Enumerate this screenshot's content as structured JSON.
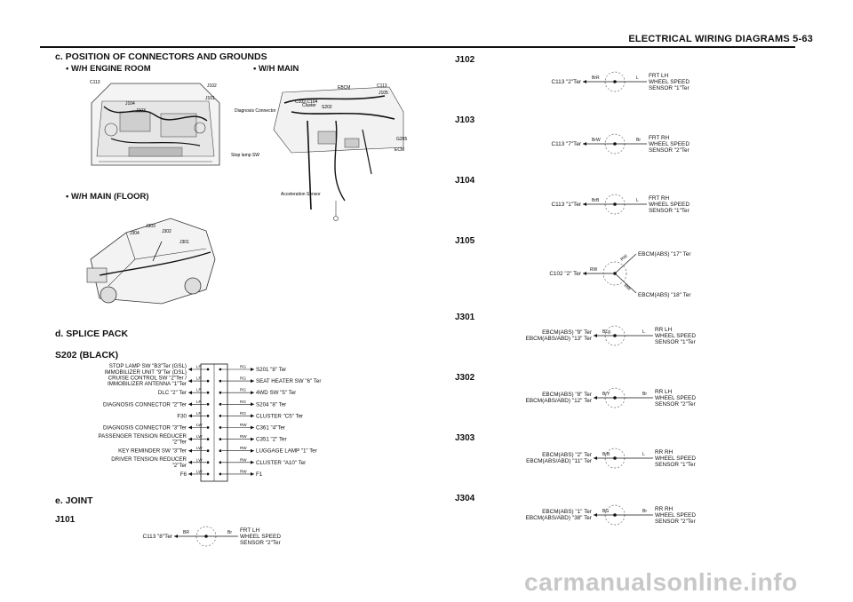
{
  "header": {
    "title": "ELECTRICAL WIRING DIAGRAMS  5-63"
  },
  "section_c": {
    "title": "c. POSITION OF CONNECTORS AND GROUNDS",
    "engine_room": {
      "label": "W/H  ENGINE  ROOM",
      "callouts": [
        "C113",
        "J104",
        "J103",
        "J102",
        "J101"
      ]
    },
    "main": {
      "label": "W/H  MAIN",
      "callouts": [
        "C102,C104",
        "EBCM",
        "C113",
        "J105",
        "Diagnosis Connector",
        "Cluster",
        "S202",
        "G205",
        "ECM",
        "Stop lamp SW",
        "Acceleration Sensor"
      ]
    },
    "floor": {
      "label": "W/H  MAIN  (FLOOR)",
      "callouts": [
        "J303",
        "J304",
        "J302",
        "J301"
      ]
    }
  },
  "section_d": {
    "title": "d. SPLICE PACK",
    "pack_title": "S202 (BLACK)",
    "left": [
      {
        "label": "STOP LAMP SW \"B3\"Ter (GSL)\nIMMOBILIZER UNIT \"9\"Ter (DSL)",
        "wire": "LR"
      },
      {
        "label": "CRUISE CONTROL SW \"2\"Ter /\nIMMOBILIZER ANTENNA \"1\"Ter",
        "wire": "LR"
      },
      {
        "label": "DLC \"2\" Ter",
        "wire": "LR"
      },
      {
        "label": "DIAGNOSIS CONNECTOR \"2\"Ter",
        "wire": "LR"
      },
      {
        "label": "F30",
        "wire": "LR"
      },
      {
        "label": "DIAGNOSIS CONNECTOR \"3\"Ter",
        "wire": "LW"
      },
      {
        "label": "PASSENGER TENSION REDUCER\n\"2\"Ter",
        "wire": "LW"
      },
      {
        "label": "KEY REMINDER SW \"3\"Ter",
        "wire": "LW"
      },
      {
        "label": "DRIVER TENSION REDUCER\n\"2\"Ter",
        "wire": "LW"
      },
      {
        "label": "F6",
        "wire": "LW"
      }
    ],
    "right": [
      {
        "label": "S201 \"8\" Ter",
        "wire": "RG"
      },
      {
        "label": "SEAT HEATER SW \"6\" Ter",
        "wire": "RG"
      },
      {
        "label": "4WD SW \"5\" Ter",
        "wire": "RG"
      },
      {
        "label": "S204 \"8\" Ter",
        "wire": "RG"
      },
      {
        "label": "CLUSTER \"C5\" Ter",
        "wire": "RG"
      },
      {
        "label": "C361 \"4\"Ter",
        "wire": "RW"
      },
      {
        "label": "C351 \"2\" Ter",
        "wire": "RW"
      },
      {
        "label": "LUGGAGE LAMP \"1\" Ter",
        "wire": "RW"
      },
      {
        "label": "CLUSTER \"A10\" Ter",
        "wire": "RW"
      },
      {
        "label": "F1",
        "wire": "RW"
      }
    ]
  },
  "section_e": {
    "title": "e. JOINT"
  },
  "joints": [
    {
      "id": "J101",
      "left": "C113 \"8\"Ter",
      "wl": "BR",
      "wr": "Br",
      "right": "FRT LH\nWHEEL SPEED\nSENSOR \"2\"Ter"
    },
    {
      "id": "J102",
      "left": "C113 \"2\"Ter",
      "wl": "BrR",
      "wr": "L",
      "right": "FRT LH\nWHEEL SPEED\nSENSOR \"1\"Ter"
    },
    {
      "id": "J103",
      "left": "C113 \"7\"Ter",
      "wl": "BrW",
      "wr": "Br",
      "right": "FRT RH\nWHEEL SPEED\nSENSOR \"2\"Ter"
    },
    {
      "id": "J104",
      "left": "C113 \"1\"Ter",
      "wl": "BrB",
      "wr": "L",
      "right": "FRT RH\nWHEEL SPEED\nSENSOR \"1\"Ter"
    },
    {
      "id": "J105",
      "left": "C102 \"2\" Ter",
      "wl": "RW",
      "wr1": "RW",
      "wr2": "RW",
      "right1": "EBCM(ABS) \"17\" Ter",
      "right2": "EBCM(ABS) \"18\" Ter"
    },
    {
      "id": "J301",
      "left": "EBCM(ABS) \"9\" Ter\nEBCM(ABS/ABD) \"13\" Ter",
      "wl": "BLg",
      "wr": "L",
      "right": "RR LH\nWHEEL SPEED\nSENSOR \"1\"Ter"
    },
    {
      "id": "J302",
      "left": "EBCM(ABS) \"8\" Ter\nEBCM(ABS/ABD) \"12\" Ter",
      "wl": "BrY",
      "wr": "Br",
      "right": "RR LH\nWHEEL SPEED\nSENSOR \"2\"Ter"
    },
    {
      "id": "J303",
      "left": "EBCM(ABS) \"2\" Ter\nEBCM(ABS/ABD) \"11\" Ter",
      "wl": "BrB",
      "wr": "L",
      "right": "RR RH\nWHEEL SPEED\nSENSOR \"1\"Ter"
    },
    {
      "id": "J304",
      "left": "EBCM(ABS) \"1\" Ter\nEBCM(ABS/ABD) \"38\" Ter",
      "wl": "BG",
      "wr": "Br",
      "right": "RR RH\nWHEEL SPEED\nSENSOR \"2\"Ter"
    }
  ],
  "watermark": "carmanualsonline.info"
}
